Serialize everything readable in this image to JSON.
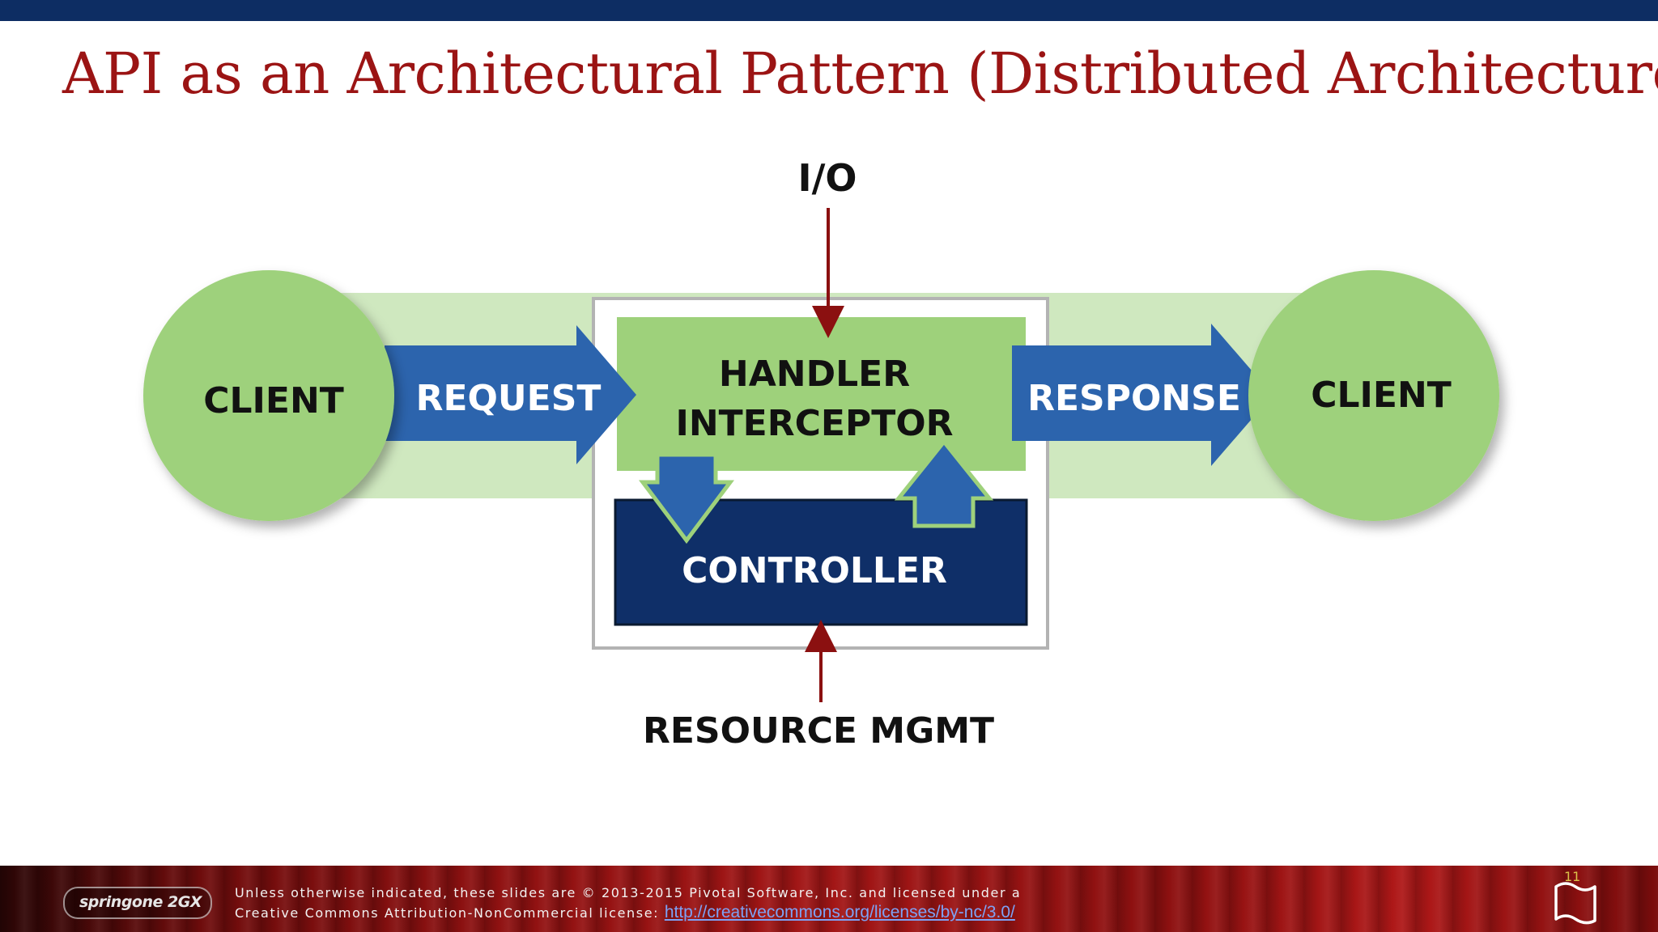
{
  "slide": {
    "title": "API as an Architectural Pattern (Distributed Architecture)"
  },
  "diagram": {
    "io_label": "I/O",
    "client_left": "CLIENT",
    "request": "REQUEST",
    "handler_line1": "HANDLER",
    "handler_line2": "INTERCEPTOR",
    "controller": "CONTROLLER",
    "response": "RESPONSE",
    "client_right": "CLIENT",
    "resource_label": "RESOURCE MGMT"
  },
  "footer": {
    "logo_text": "springone 2GX",
    "line1": "Unless otherwise indicated, these slides are © 2013-2015 Pivotal Software, Inc. and licensed under a",
    "line2": "Creative Commons Attribution-NonCommercial license:",
    "link": "http://creativecommons.org/licenses/by-nc/3.0/",
    "page_number": "11"
  },
  "colors": {
    "title": "#9b1414",
    "topbar": "#0d2d63",
    "circle_green": "#9ed17b",
    "band_green": "#cfe8bf",
    "arrow_blue": "#2c64ad",
    "controller_navy": "#0f2f68",
    "io_arrow": "#8b1010"
  }
}
